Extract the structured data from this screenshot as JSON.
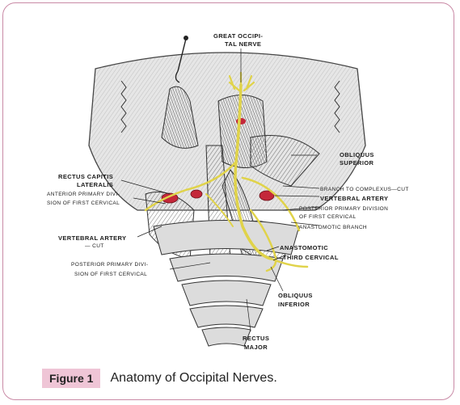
{
  "figure": {
    "badge": "Figure 1",
    "caption": "Anatomy of Occipital Nerves."
  },
  "labels": {
    "great_occipital_1": "GREAT OCCIPI-",
    "great_occipital_2": "TAL NERVE",
    "obliquus_superior_1": "OBLIQUUS",
    "obliquus_superior_2": "SUPERIOR",
    "rectus_capitis_1": "RECTUS CAPITIS",
    "rectus_capitis_2": "LATERALIS",
    "anterior_primary_1": "ANTERIOR PRIMARY DIVI-",
    "anterior_primary_2": "SION OF FIRST CERVICAL",
    "branch_to_complexus": "BRANCH TO COMPLEXUS—CUT",
    "vertebral_artery_right": "VERTEBRAL ARTERY",
    "posterior_primary_right_1": "POSTERIOR PRIMARY DIVISION",
    "posterior_primary_right_2": "OF FIRST CERVICAL",
    "anastomotic_branch": "ANASTOMOTIC BRANCH",
    "vertebral_artery_left_1": "VERTEBRAL ARTERY",
    "vertebral_artery_left_2": "— CUT",
    "anastomotic": "ANASTOMOTIC",
    "third_cervical": "THIRD CERVICAL",
    "posterior_primary_left_1": "POSTERIOR PRIMARY DIVI-",
    "posterior_primary_left_2": "SION OF FIRST CERVICAL",
    "obliquus_inferior_1": "OBLIQUUS",
    "obliquus_inferior_2": "INFERIOR",
    "rectus_major_1": "RECTUS",
    "rectus_major_2": "MAJOR"
  },
  "colors": {
    "frame_border": "#c98aa6",
    "badge_bg": "#efc5d6",
    "nerve": "#e0d34a",
    "artery": "#c4283a"
  }
}
